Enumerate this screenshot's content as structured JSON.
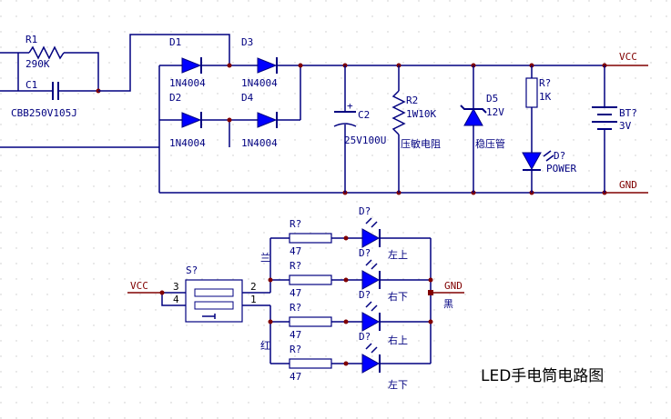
{
  "title": "LED手电筒电路图",
  "components": {
    "R1": {
      "ref": "R1",
      "value": "290K"
    },
    "C1": {
      "ref": "C1",
      "value": "CBB250V105J"
    },
    "D1": {
      "ref": "D1",
      "value": "1N4004"
    },
    "D2": {
      "ref": "D2",
      "value": "1N4004"
    },
    "D3": {
      "ref": "D3",
      "value": "1N4004"
    },
    "D4": {
      "ref": "D4",
      "value": "1N4004"
    },
    "C2": {
      "ref": "C2",
      "value": "25V100U",
      "polarity": "+"
    },
    "R2": {
      "ref": "R2",
      "value": "1W10K",
      "desc": "压敏电阻"
    },
    "D5": {
      "ref": "D5",
      "value": "12V",
      "desc": "稳压管"
    },
    "Rq": {
      "ref": "R?",
      "value": "1K"
    },
    "BT": {
      "ref": "BT?",
      "value": "3V"
    },
    "Dpow": {
      "ref": "D?",
      "value": "POWER"
    },
    "S": {
      "ref": "S?"
    },
    "leds": [
      {
        "r_ref": "R?",
        "r_value": "47",
        "d_ref": "D?",
        "label": "左上"
      },
      {
        "r_ref": "R?",
        "r_value": "47",
        "d_ref": "D?",
        "label": "右下"
      },
      {
        "r_ref": "R?",
        "r_value": "47",
        "d_ref": "D?",
        "label": "右上"
      },
      {
        "r_ref": "R?",
        "r_value": "47",
        "d_ref": "D?",
        "label": "左下"
      }
    ]
  },
  "nets": {
    "vcc": "VCC",
    "gnd": "GND"
  },
  "wire_labels": {
    "blue": "兰",
    "red": "红",
    "black": "黑"
  },
  "pins": {
    "p1": "1",
    "p2": "2",
    "p3": "3",
    "p4": "4"
  },
  "colors": {
    "wire": "#000080",
    "net": "#800000",
    "diode": "#0000ff",
    "grid": "#c8c8c8"
  }
}
